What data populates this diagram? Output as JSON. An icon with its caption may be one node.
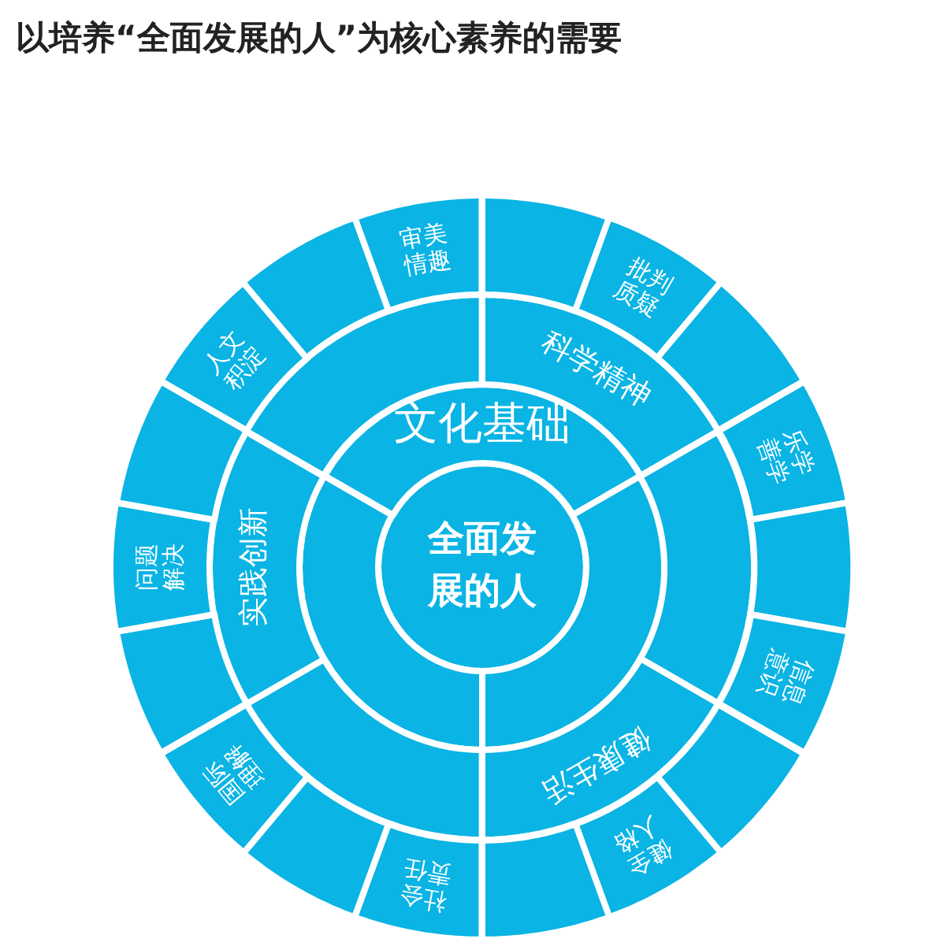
{
  "diagram": {
    "title": "以培养“全面发展的人”为核心素养的需要",
    "nodes": [
      {
        "text": [
          "全面发展的人"
        ]
      },
      {
        "text": [
          "文化基础"
        ]
      },
      {
        "text": [],
        "shape": "sector"
      },
      {
        "text": [],
        "shape": "sector"
      },
      {
        "text": [
          "科学精神"
        ]
      },
      {
        "text": [],
        "shape": "sector"
      },
      {
        "text": [
          "健康生活"
        ]
      },
      {
        "text": [],
        "shape": "sector"
      },
      {
        "text": [
          "实践创新"
        ]
      },
      {
        "text": [],
        "shape": "sector"
      },
      {
        "text": [
          "审美情趣"
        ]
      },
      {
        "text": [],
        "shape": "sector"
      },
      {
        "text": [
          "批判质疑"
        ]
      },
      {
        "text": [],
        "shape": "sector"
      },
      {
        "text": [
          "乐学善学"
        ]
      },
      {
        "text": [],
        "shape": "sector"
      },
      {
        "text": [
          "信息意识"
        ]
      },
      {
        "text": [],
        "shape": "sector"
      },
      {
        "text": [
          "健全人格"
        ]
      },
      {
        "text": [],
        "shape": "sector"
      },
      {
        "text": [
          "社会责任"
        ]
      },
      {
        "text": [],
        "shape": "sector"
      },
      {
        "text": [
          "国际理解"
        ]
      },
      {
        "text": [],
        "shape": "sector"
      },
      {
        "text": [
          "问题解决"
        ]
      },
      {
        "text": [],
        "shape": "sector"
      },
      {
        "text": [
          "人文积淀"
        ]
      },
      {
        "text": [],
        "shape": "sector"
      }
    ]
  }
}
